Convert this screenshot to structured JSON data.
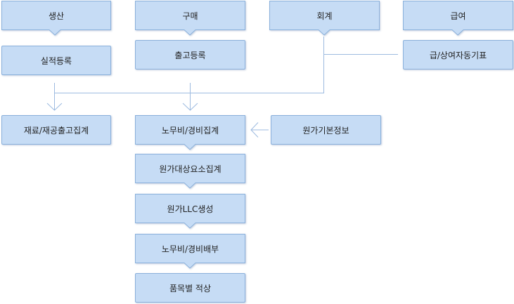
{
  "colors": {
    "box_fill": "#c6dcf5",
    "box_border": "#8ab0db",
    "connector": "#9dbbe0"
  },
  "nodes": {
    "production": "생산",
    "purchase": "구매",
    "accounting": "회계",
    "salary": "급여",
    "performance_registration": "실적등록",
    "shipment_registration": "출고등록",
    "salary_auto_slip": "급/상여자동기표",
    "material_shipment_summary": "재료/재공출고집계",
    "labor_expense_summary": "노무비/경비집계",
    "cost_basic_info": "원가기본정보",
    "cost_target_element_summary": "원가대상요소집계",
    "cost_llc_generation": "원가LLC생성",
    "labor_expense_allocation": "노무비/경비배부",
    "item_level_accumulation": "품목별 적상"
  }
}
